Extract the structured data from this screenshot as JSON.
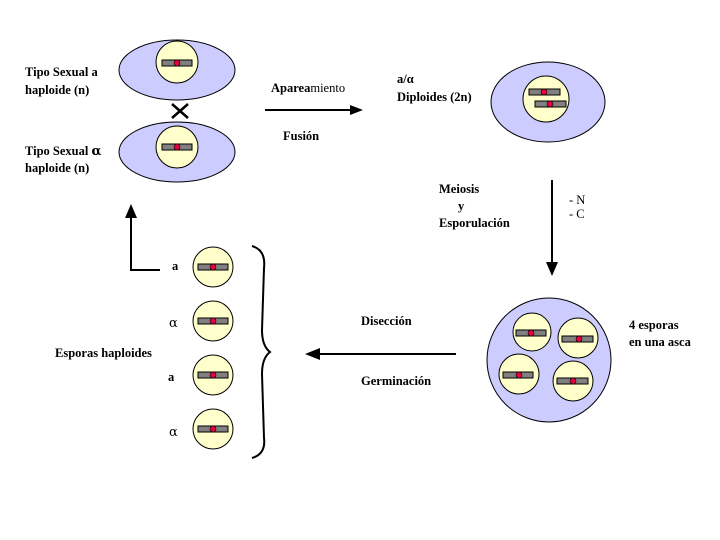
{
  "haploid_a": {
    "line1": "Tipo Sexual  a",
    "line2": "haploide (n)"
  },
  "haploid_alpha": {
    "line1_prefix": "Tipo Sexual ",
    "line1_symbol": "α",
    "line2": "haploide (n)"
  },
  "mating": {
    "bold": "Aparea",
    "normal": "miento",
    "fusion": "Fusión"
  },
  "diploid": {
    "mating_type": "a/α",
    "label": "Diploides (2n)"
  },
  "meiosis": {
    "line1": "Meiosis",
    "line2": "y",
    "line3": "Esporulación"
  },
  "conditions": {
    "nitrogen": "- N",
    "carbon": "- C"
  },
  "ascus": {
    "line1": "4 esporas",
    "line2": "en una asca"
  },
  "dissection": {
    "label": "Disección",
    "germination": "Germinación"
  },
  "spores": {
    "title": "Esporas haploides",
    "types": [
      "a",
      "α",
      "a",
      "α"
    ]
  }
}
